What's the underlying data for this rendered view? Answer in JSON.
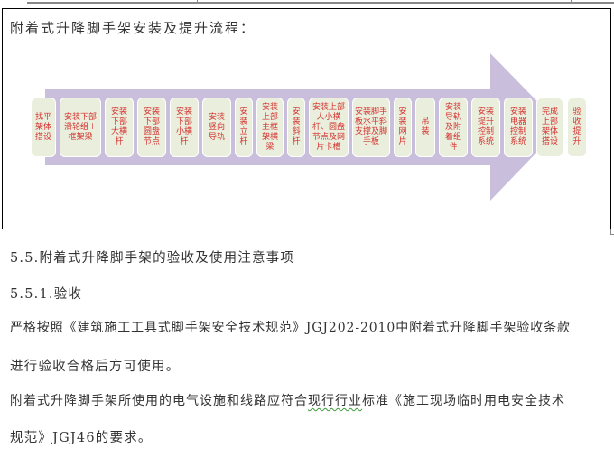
{
  "figure": {
    "title": "附着式升降脚手架安装及提升流程：",
    "arrow_color": "#c9bfdc",
    "step_bg": "#eaeedc",
    "step_text_color": "#d4322f",
    "steps": [
      {
        "label": "找平架体搭设",
        "w": 28
      },
      {
        "label": "安装下部滑轮组＋框架梁",
        "w": 46
      },
      {
        "label": "安装下部大横杆",
        "w": 32
      },
      {
        "label": "安装下部圆盘节点",
        "w": 32
      },
      {
        "label": "安装下部小横杆",
        "w": 32
      },
      {
        "label": "安装竖向导轨",
        "w": 32
      },
      {
        "label": "安装立杆",
        "w": 20
      },
      {
        "label": "安装上部主框架横梁",
        "w": 30
      },
      {
        "label": "安装斜杆",
        "w": 20
      },
      {
        "label": "安装上部人小横杆、圆盘节点及网片卡槽",
        "w": 44
      },
      {
        "label": "安装脚手板水平斜支撑及脚手板",
        "w": 42
      },
      {
        "label": "安装网片",
        "w": 20
      },
      {
        "label": "吊装",
        "w": 22
      },
      {
        "label": "安装导轨及附着组件",
        "w": 32
      },
      {
        "label": "安装提升控制系统",
        "w": 32
      },
      {
        "label": "安装电器控制系统",
        "w": 32
      },
      {
        "label": "完成上部架体搭设",
        "w": 30
      },
      {
        "label": "验收提升",
        "w": 22
      }
    ]
  },
  "section": {
    "heading": "5.5.附着式升降脚手架的验收及使用注意事项",
    "subheading": "5.5.1.验收",
    "para1_line1": "严格按照《建筑施工工具式脚手架安全技术规范》JGJ202-2010中附着式升降脚手架验收条款",
    "para1_line2": "进行验收合格后方可使用。",
    "para2_line1_a": "附着式升降脚手架所使用的电气设施和线路应符合",
    "para2_line1_flag": "现行行业",
    "para2_line1_b": "标准《施工现场临时用电安全技术",
    "para2_line2": "规范》JGJ46的要求。"
  }
}
